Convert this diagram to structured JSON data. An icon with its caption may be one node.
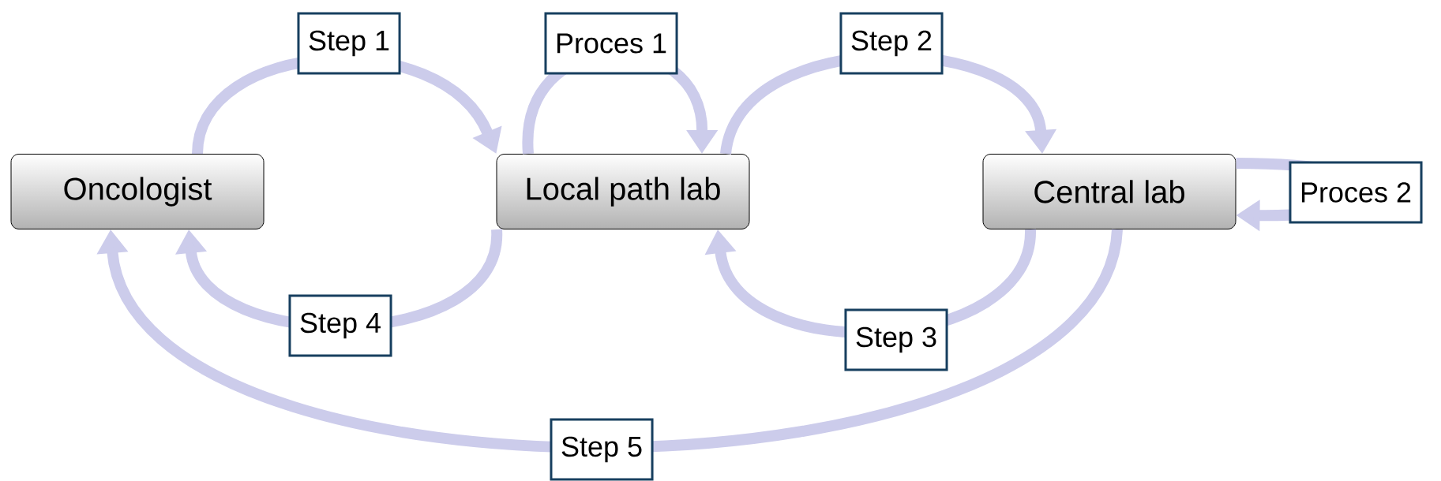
{
  "diagram": {
    "nodes": [
      {
        "text": [
          "Oncologist"
        ]
      },
      {
        "text": [
          "Local path lab"
        ]
      },
      {
        "text": [
          "Central lab"
        ]
      }
    ],
    "edges": [
      {
        "from": 0,
        "to": 1,
        "arrow": "to",
        "label": "Step 1"
      },
      {
        "from": 1,
        "to": 1,
        "arrow": "to",
        "label": "Proces 1"
      },
      {
        "from": 1,
        "to": 2,
        "arrow": "to",
        "label": "Step 2"
      },
      {
        "from": 2,
        "to": 2,
        "arrow": "to",
        "label": "Proces 2"
      },
      {
        "from": 2,
        "to": 1,
        "arrow": "to",
        "label": "Step 3"
      },
      {
        "from": 1,
        "to": 0,
        "arrow": "to",
        "label": "Step 4"
      },
      {
        "from": 2,
        "to": 0,
        "arrow": "to",
        "label": "Step 5"
      }
    ]
  }
}
